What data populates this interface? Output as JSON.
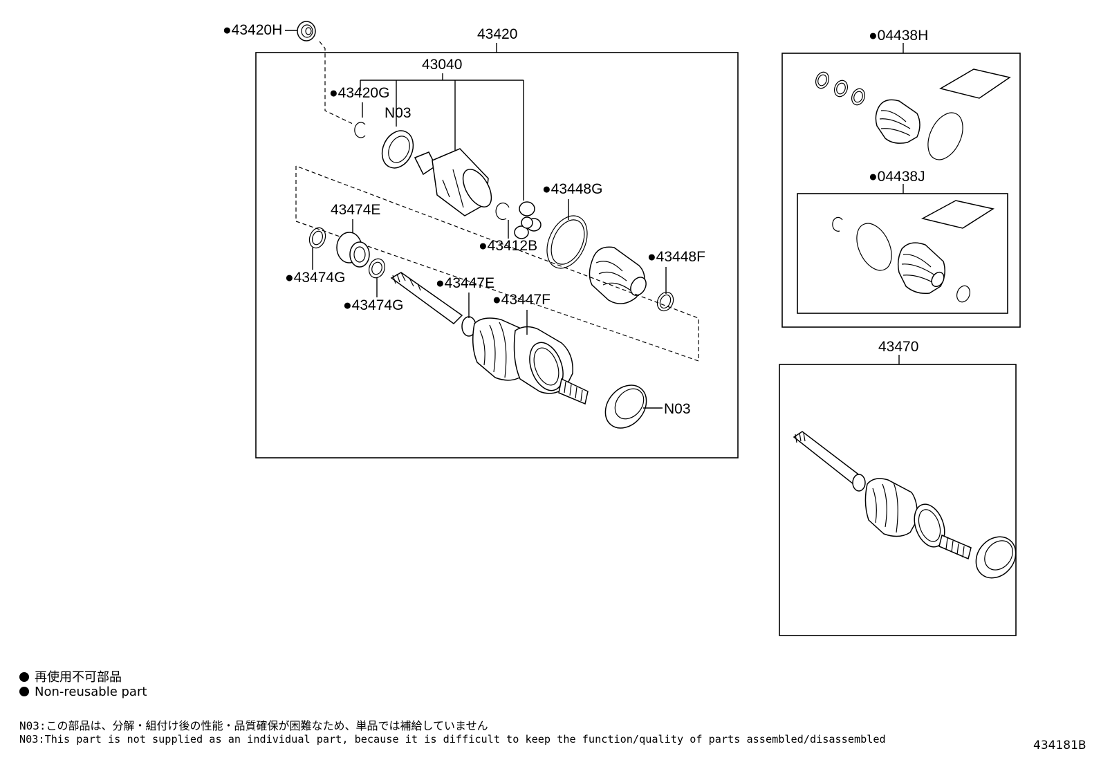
{
  "labels": {
    "p43420": "43420",
    "p43040": "43040",
    "p43420H": "●43420H",
    "p43420G": "●43420G",
    "n03_top": "N03",
    "p43474E": "43474E",
    "p43474G_a": "●43474G",
    "p43474G_b": "●43474G",
    "p43412B": "●43412B",
    "p43448G": "●43448G",
    "p43448F": "●43448F",
    "p43447E": "●43447E",
    "p43447F": "●43447F",
    "n03_bottom": "N03",
    "p04438H": "●04438H",
    "p04438J": "●04438J",
    "p43470": "43470"
  },
  "legend": {
    "jp": "再使用不可部品",
    "en": "Non-reusable part"
  },
  "notes": {
    "jp": "N03:この部品は、分解・組付け後の性能・品質確保が困難なため、単品では補給していません",
    "en": "N03:This part is not supplied as an individual part, because it is difficult to keep the function/quality of parts assembled/disassembled"
  },
  "figure_id": "434181B"
}
